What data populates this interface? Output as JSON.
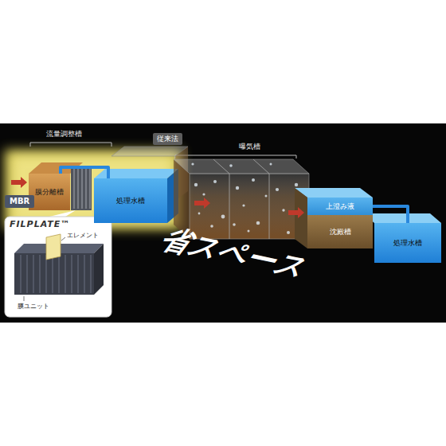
{
  "diagram": {
    "nodes": [
      {
        "text": [
          "膜分離槽"
        ]
      },
      {
        "text": [
          "処理水槽"
        ]
      },
      {
        "text": [
          "上澄み液"
        ]
      },
      {
        "text": [
          "沈殿槽"
        ]
      },
      {
        "text": [
          "処理水槽"
        ]
      }
    ],
    "edges": [
      {
        "from": 0,
        "to": 1,
        "arrow": "none"
      },
      {
        "from": 2,
        "to": 4,
        "arrow": "none"
      }
    ],
    "labels": [
      "流量調整槽",
      "従来法",
      "曝気槽",
      "MBR",
      "省スペース",
      "FILPLATE™",
      "エレメント",
      "膜ユニット"
    ]
  }
}
